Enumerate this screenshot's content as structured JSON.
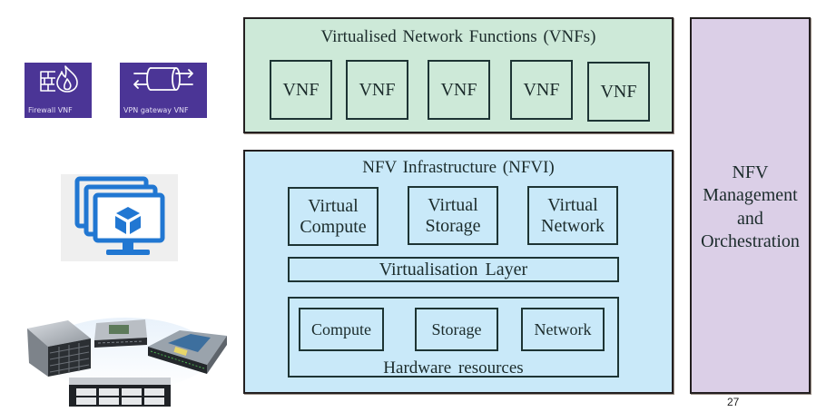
{
  "theme": {
    "vnf_fill": "#cde9d8",
    "nfvi_fill": "#c9e9f9",
    "mano_fill": "#dbcfe7",
    "icon_purple": "#4b3596",
    "vm_blue": "#2177d2"
  },
  "left_panel": {
    "vnf_icons": [
      {
        "icon": "firewall-icon",
        "label": "Firewall VNF"
      },
      {
        "icon": "vpn-gateway-icon",
        "label": "VPN gateway VNF"
      }
    ],
    "virtual_machines_icon": "virtual-machines-icon",
    "hardware_image": "physical-servers-image"
  },
  "vnf_layer": {
    "title": "Virtualised Network Functions (VNFs)",
    "vnfs": [
      "VNF",
      "VNF",
      "VNF",
      "VNF",
      "VNF"
    ]
  },
  "nfvi": {
    "title": "NFV Infrastructure (NFVI)",
    "virtual_resources": [
      {
        "line1": "Virtual",
        "line2": "Compute"
      },
      {
        "line1": "Virtual",
        "line2": "Storage"
      },
      {
        "line1": "Virtual",
        "line2": "Network"
      }
    ],
    "virtualisation_layer": "Virtualisation Layer",
    "hardware": {
      "title": "Hardware resources",
      "items": [
        "Compute",
        "Storage",
        "Network"
      ]
    }
  },
  "mano": {
    "lines": [
      "NFV",
      "Management",
      "and",
      "Orchestration"
    ]
  },
  "page_number": "27"
}
